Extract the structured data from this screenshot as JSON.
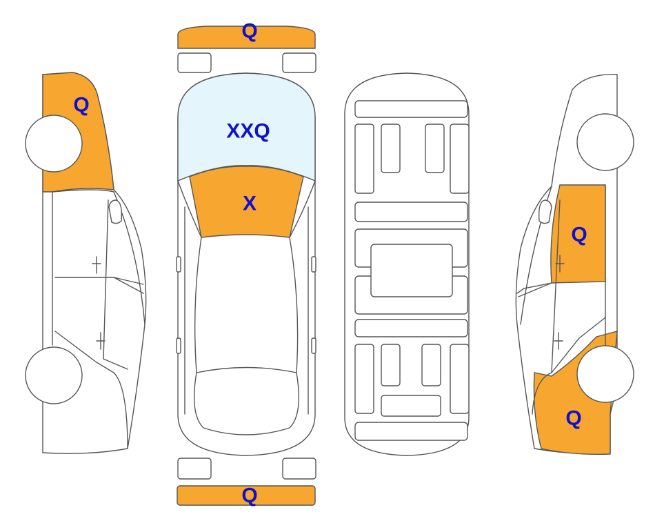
{
  "colors": {
    "damage_fill": "#F7A730",
    "glass_fill": "#E4F6FC",
    "outline": "#555555",
    "label": "#1111CC"
  },
  "marks": {
    "front_bumper": "Q",
    "windshield": "XXQ",
    "hood": "X",
    "rear_bumper": "Q",
    "left_front_fender": "Q",
    "right_front_door": "Q",
    "right_rear_quarter": "Q"
  }
}
